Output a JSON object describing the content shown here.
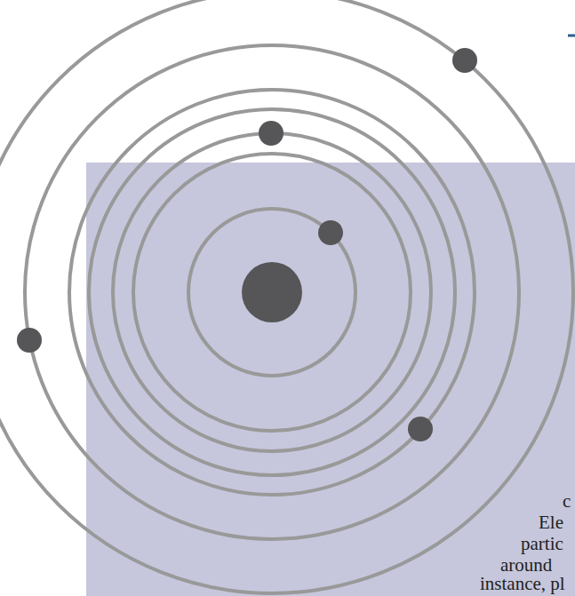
{
  "diagram": {
    "labels": [
      "c",
      "Ele",
      "partic",
      "around",
      "instance, pl"
    ]
  }
}
